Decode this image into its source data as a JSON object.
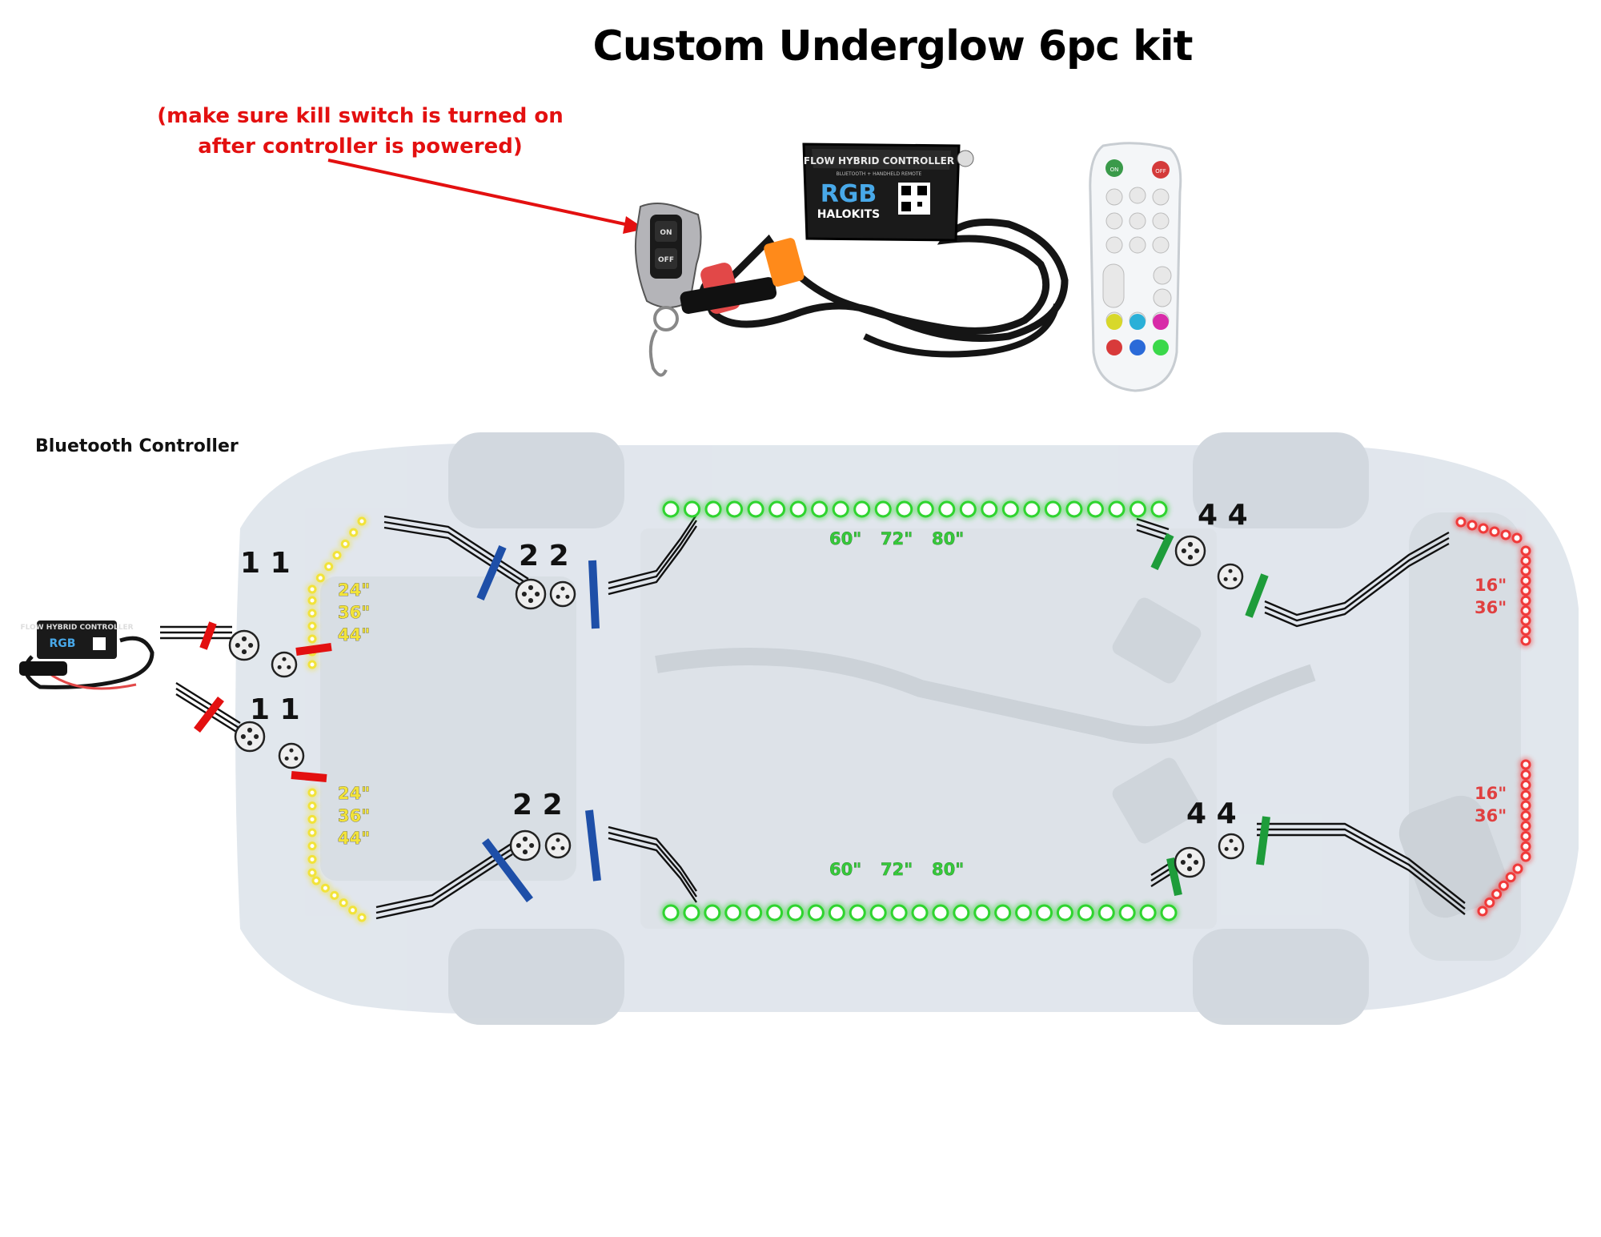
{
  "title": "Custom Underglow 6pc kit",
  "note_line1": "(make sure kill switch is turned on",
  "note_line2": "after controller is powered)",
  "bluetooth_label": "Bluetooth Controller",
  "controller": {
    "name": "FLOW HYBRID CONTROLLER",
    "subtitle": "BLUETOOTH + HANDHELD REMOTE",
    "brand_rgb": "RGB",
    "brand": "HALOKITS"
  },
  "kill_switch": {
    "on_label": "ON",
    "off_label": "OFF"
  },
  "remote": {
    "on_label": "ON",
    "off_label": "OFF"
  },
  "zones": {
    "front": {
      "number": "1 1",
      "lengths": [
        "24\"",
        "36\"",
        "44\""
      ],
      "color": "#f2e33a"
    },
    "mid": {
      "number": "2 2",
      "lengths": [
        "60\"",
        "72\"",
        "80\""
      ],
      "color": "#2fd42f"
    },
    "rear": {
      "number": "4 4",
      "lengths": [
        "16\"",
        "36\""
      ],
      "color": "#f03a3a"
    }
  },
  "cut_colors": {
    "front": "#e31010",
    "side": "#1e4fa8",
    "rear": "#1e9c3a"
  }
}
